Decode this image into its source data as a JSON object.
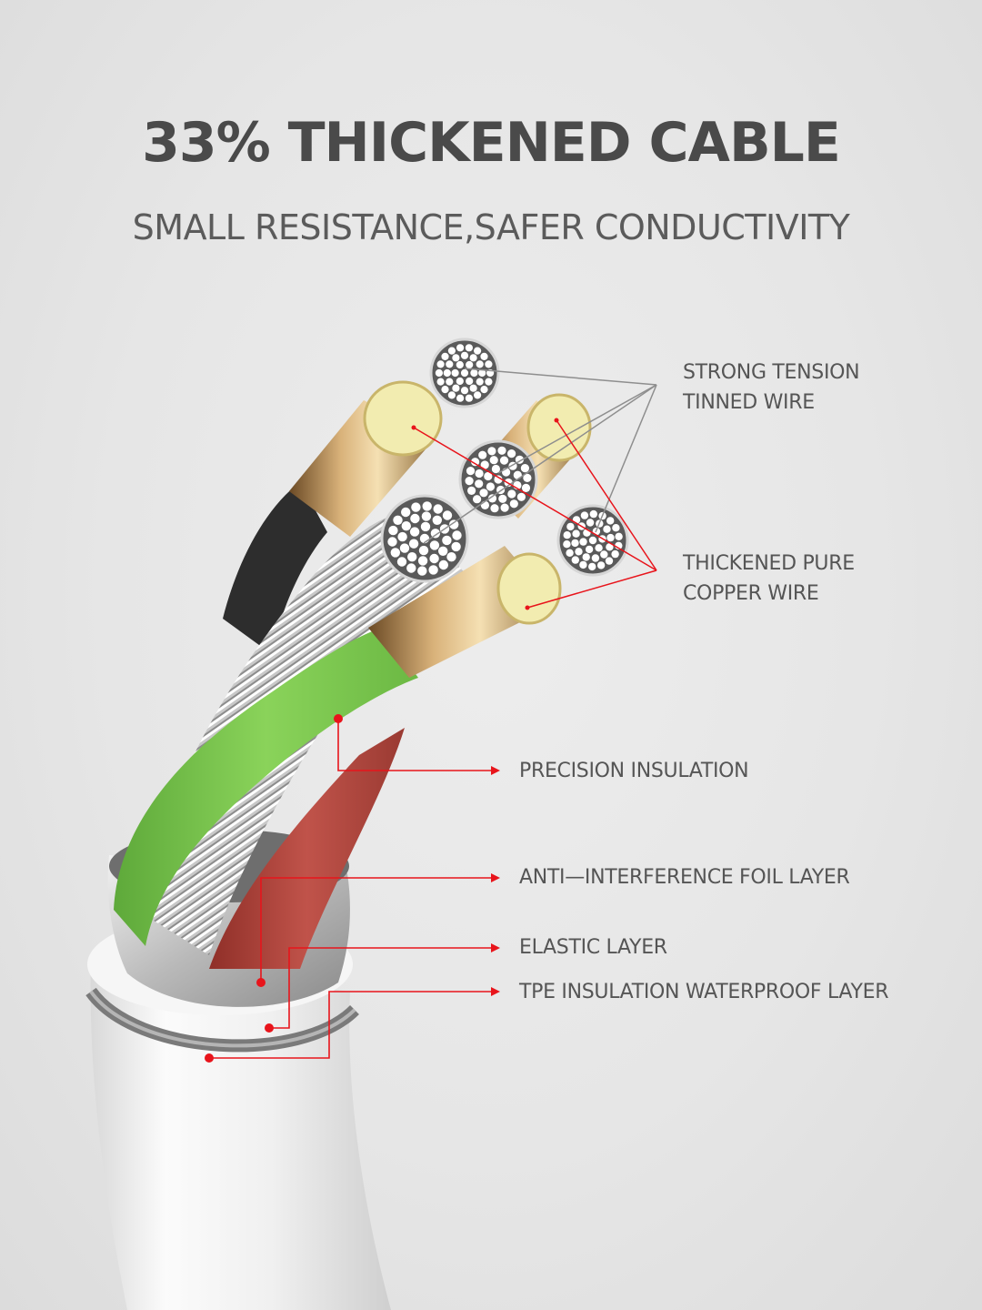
{
  "header": {
    "title": "33% THICKENED CABLE",
    "subtitle": "SMALL RESISTANCE,SAFER CONDUCTIVITY"
  },
  "labels": {
    "tinned_wire": [
      "STRONG TENSION",
      "TINNED WIRE"
    ],
    "copper_wire": [
      "THICKENED PURE",
      "COPPER WIRE"
    ],
    "precision_insulation": "PRECISION INSULATION",
    "foil_layer": "ANTI—INTERFERENCE FOIL LAYER",
    "elastic_layer": "ELASTIC LAYER",
    "tpe_layer": "TPE INSULATION WATERPROOF LAYER"
  },
  "colors": {
    "callout_red": "#e8141b",
    "green_insulation": "#79c84a",
    "red_insulation": "#b8463e",
    "copper": "#f2ecb0",
    "outer_jacket": "#f4f4f4"
  }
}
